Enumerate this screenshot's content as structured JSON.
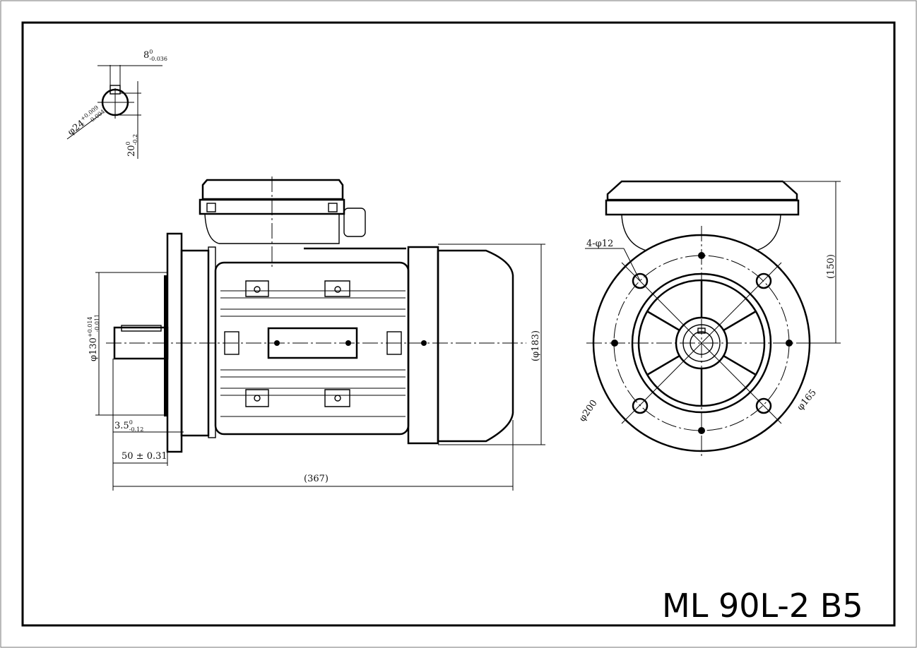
{
  "title": "ML 90L-2 B5",
  "shaft_section": {
    "key_width": "8",
    "key_width_upper": "0",
    "key_width_lower": "-0.036",
    "shaft_dia": "φ24",
    "shaft_dia_upper": "+0.009",
    "shaft_dia_lower": "-0.004",
    "key_depth": "20",
    "key_depth_upper": "0",
    "key_depth_lower": "-0.2"
  },
  "side_view": {
    "spigot_dia": "φ130",
    "spigot_upper": "+0.014",
    "spigot_lower": "-0.011",
    "spigot_depth": "3.5",
    "spigot_depth_upper": "0",
    "spigot_depth_lower": "-0.12",
    "shaft_length": "50 ± 0.31",
    "overall_length": "(367)",
    "housing_dia": "(φ183)"
  },
  "front_view": {
    "holes": "4-φ12",
    "height": "(150)",
    "flange_dia": "φ200",
    "pcd": "φ165"
  }
}
